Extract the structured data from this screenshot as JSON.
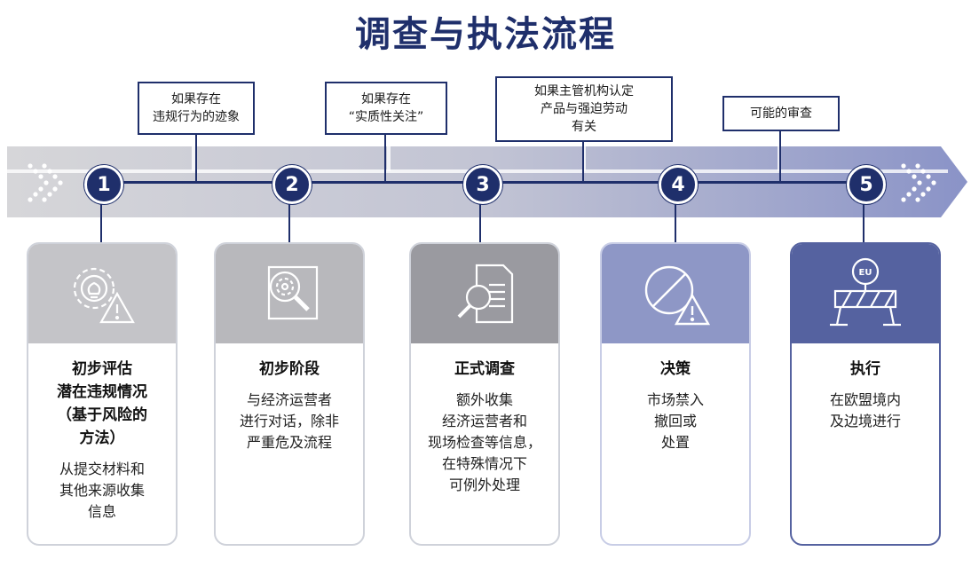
{
  "title": "调查与执法流程",
  "steps": [
    {
      "number": "1",
      "title": "初步评估\n潜在违规情况\n（基于风险的\n方法）",
      "desc": "从提交材料和\n其他来源收集\n信息"
    },
    {
      "number": "2",
      "title": "初步阶段",
      "desc": "与经济运营者\n进行对话，除非\n严重危及流程"
    },
    {
      "number": "3",
      "title": "正式调查",
      "desc": "额外收集\n经济运营者和\n现场检查等信息，\n在特殊情况下\n可例外处理"
    },
    {
      "number": "4",
      "title": "决策",
      "desc": "市场禁入\n撤回或\n处置"
    },
    {
      "number": "5",
      "title": "执行",
      "desc": "在欧盟境内\n及边境进行"
    }
  ],
  "conditions": [
    {
      "text": "如果存在\n违规行为的迹象"
    },
    {
      "text": "如果存在\n“实质性关注”"
    },
    {
      "text": "如果主管机构认定\n产品与强迫劳动\n有关"
    },
    {
      "text": "可能的审查"
    }
  ],
  "icons": [
    "gear-bulb-warning-icon",
    "search-gear-icon",
    "document-magnifier-icon",
    "prohibited-warning-icon",
    "eu-barrier-icon"
  ],
  "colors": {
    "primary": "#1f2f6b",
    "card1": "#c4c4c8",
    "card2": "#b8b8bc",
    "card3": "#9a9aa0",
    "card4": "#8e97c6",
    "card5": "#5562a0"
  }
}
